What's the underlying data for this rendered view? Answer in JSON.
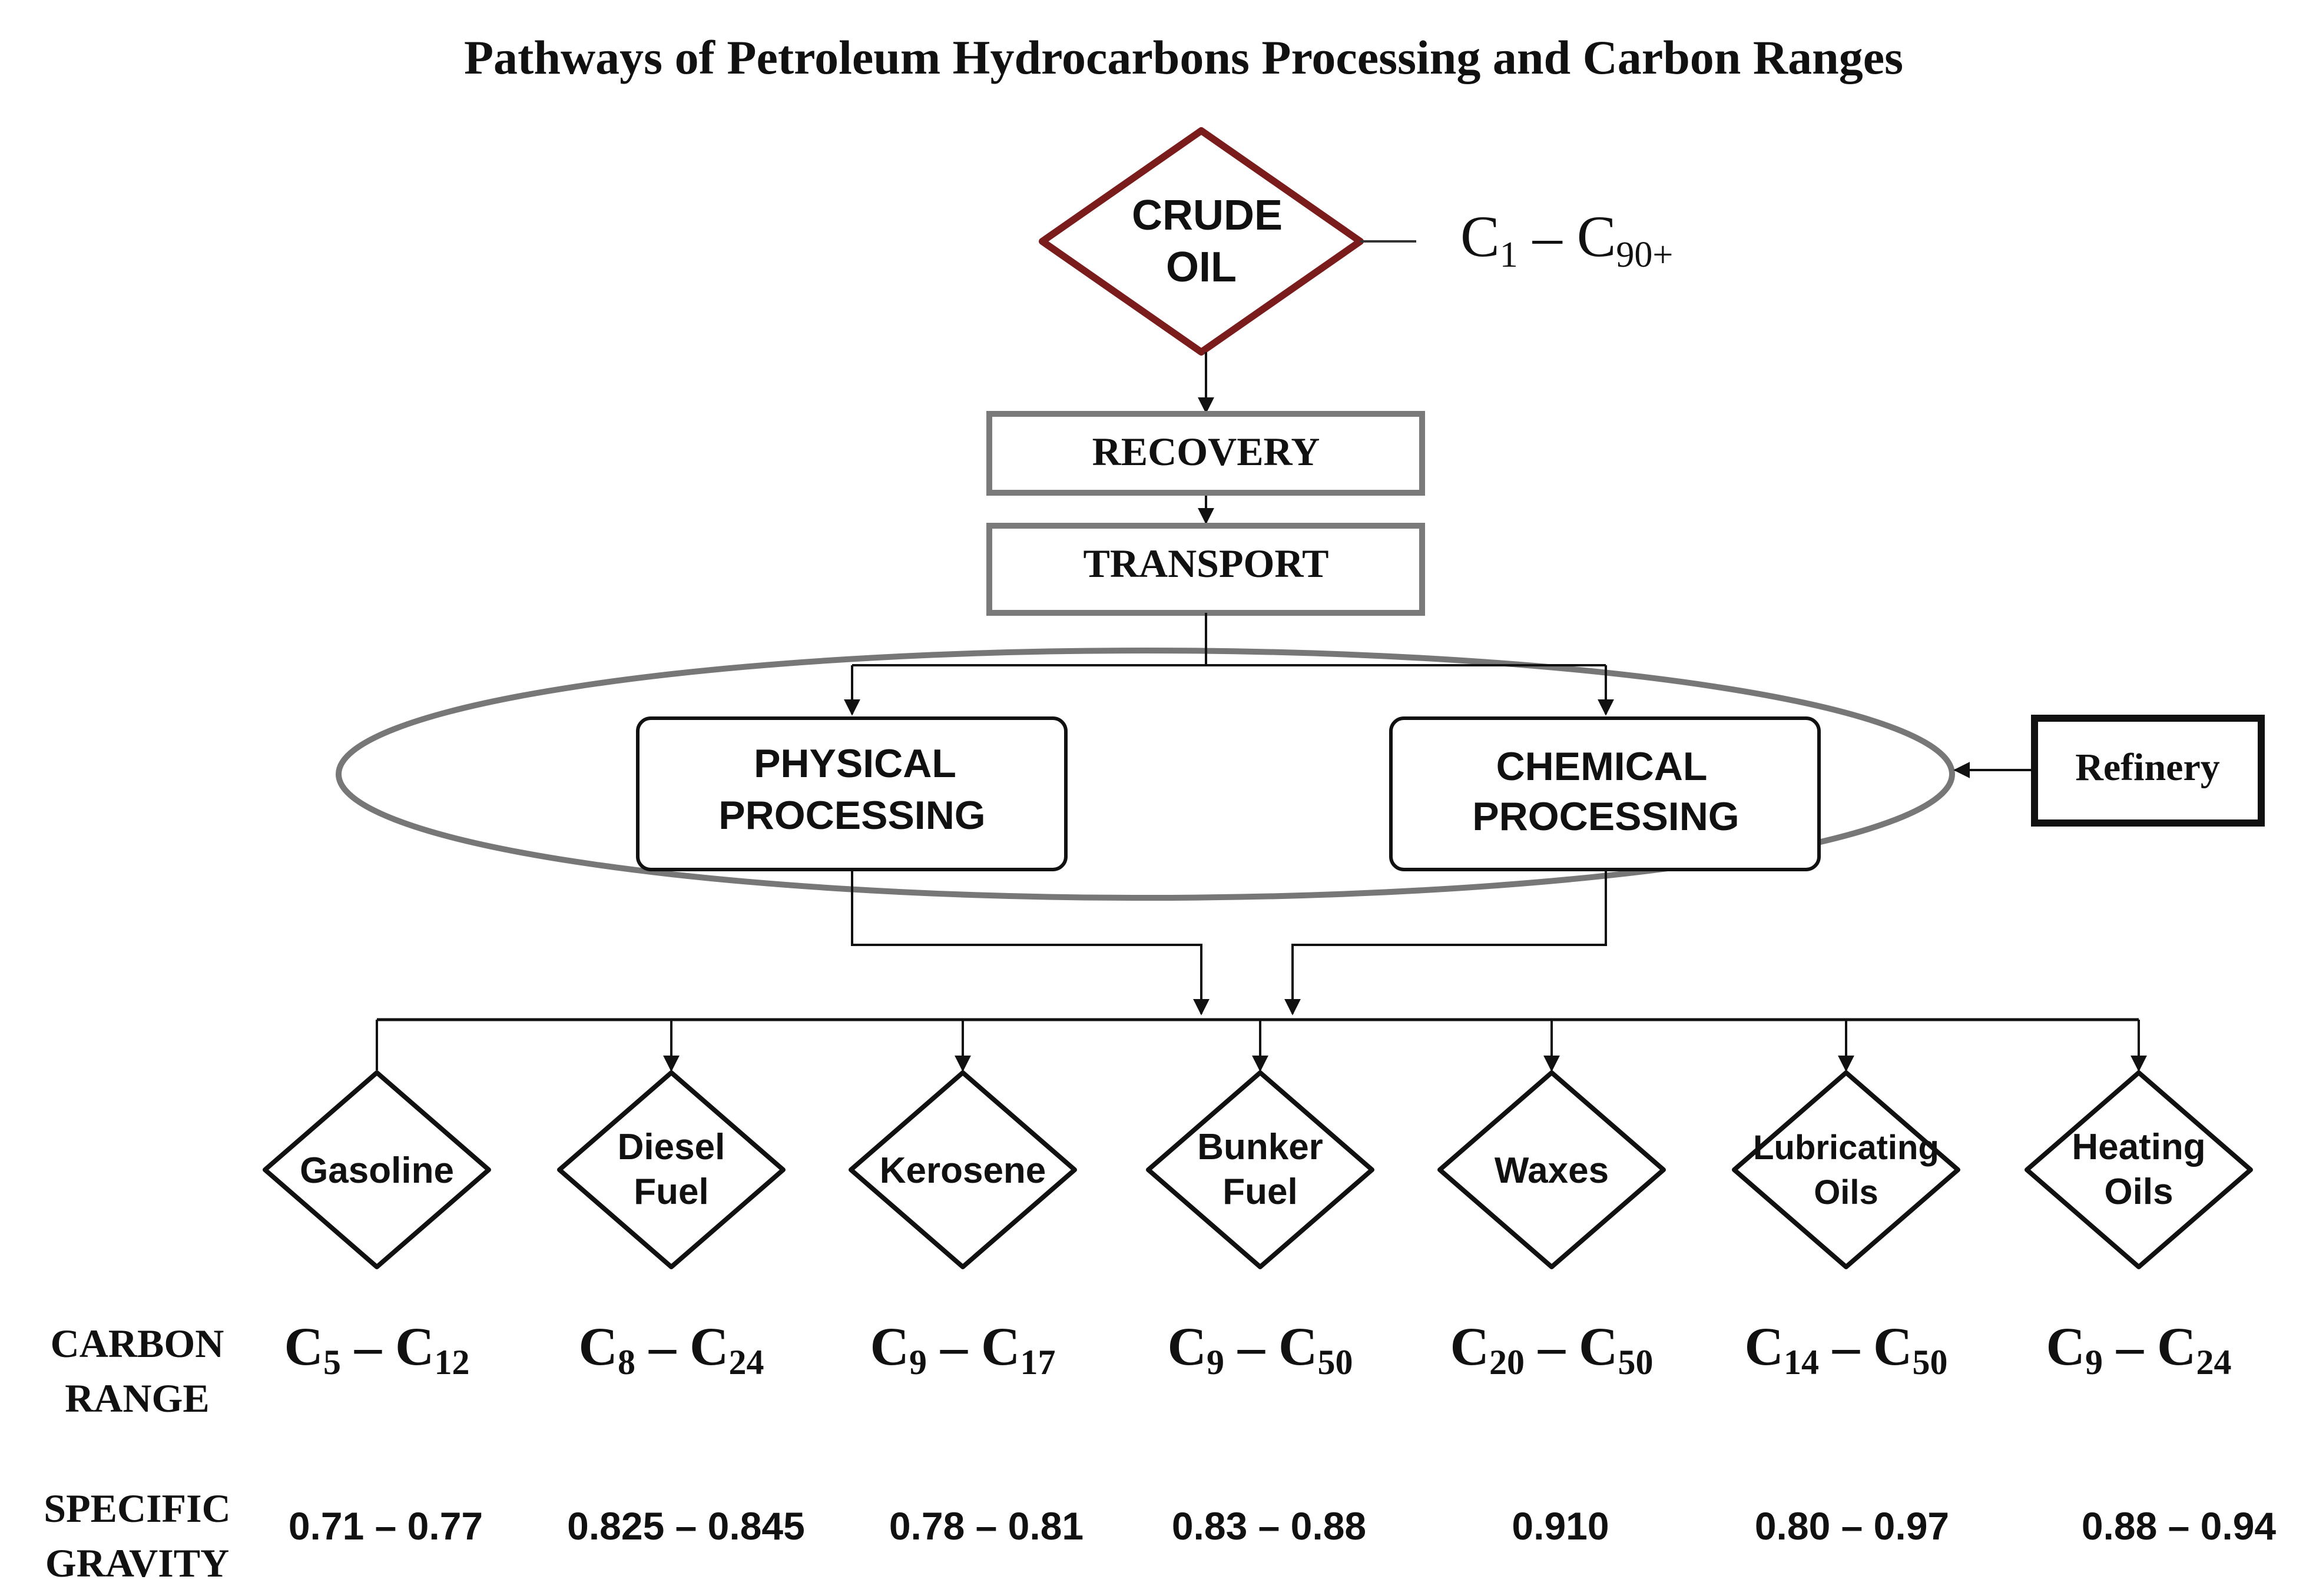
{
  "title": "Pathways of Petroleum Hydrocarbons Processing and Carbon Ranges",
  "crude_oil": {
    "line1": "CRUDE",
    "line2": "OIL",
    "range": {
      "lo": "1",
      "hi": "90+"
    }
  },
  "steps": {
    "recovery": "RECOVERY",
    "transport": "TRANSPORT"
  },
  "processing": {
    "physical": {
      "line1": "PHYSICAL",
      "line2": "PROCESSING"
    },
    "chemical": {
      "line1": "CHEMICAL",
      "line2": "PROCESSING"
    }
  },
  "refinery": "Refinery",
  "row_labels": {
    "carbon": {
      "line1": "CARBON",
      "line2": "RANGE"
    },
    "gravity": {
      "line1": "SPECIFIC",
      "line2": "GRAVITY"
    }
  },
  "products": [
    {
      "name1": "Gasoline",
      "name2": "",
      "c_lo": "5",
      "c_hi": "12",
      "sg": "0.71 – 0.77"
    },
    {
      "name1": "Diesel",
      "name2": "Fuel",
      "c_lo": "8",
      "c_hi": "24",
      "sg": "0.825 – 0.845"
    },
    {
      "name1": "Kerosene",
      "name2": "",
      "c_lo": "9",
      "c_hi": "17",
      "sg": "0.78 – 0.81"
    },
    {
      "name1": "Bunker",
      "name2": "Fuel",
      "c_lo": "9",
      "c_hi": "50",
      "sg": "0.83 – 0.88"
    },
    {
      "name1": "Waxes",
      "name2": "",
      "c_lo": "20",
      "c_hi": "50",
      "sg": "0.910"
    },
    {
      "name1": "Lubricating",
      "name2": "Oils",
      "c_lo": "14",
      "c_hi": "50",
      "sg": "0.80 – 0.97"
    },
    {
      "name1": "Heating",
      "name2": "Oils",
      "c_lo": "9",
      "c_hi": "24",
      "sg": "0.88 – 0.94"
    }
  ],
  "colors": {
    "crude_border": "#7a1c1c",
    "box_gray": "#7a7a7a",
    "ink": "#111111"
  }
}
